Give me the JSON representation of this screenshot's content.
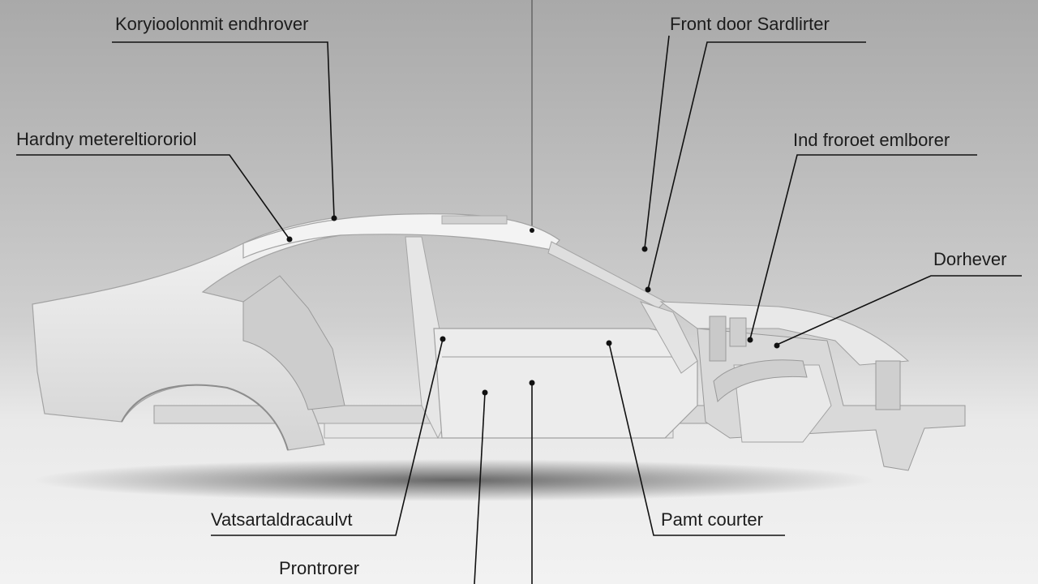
{
  "labels": {
    "top_left": "Koryioolonmit endhrover",
    "mid_left": "Hardny metereltiororiol",
    "top_right": "Front door Sardlirter",
    "mid_right": "Ind froroet emlborer",
    "right": "Dorhever",
    "bottom_left": "Vatsartaldracaulvt",
    "bottom_center": "Prontrorer",
    "bottom_right": "Pamt courter"
  },
  "colors": {
    "body_panel": "#ececec",
    "panel_shade": "#c9c9c9",
    "line": "#111111"
  }
}
